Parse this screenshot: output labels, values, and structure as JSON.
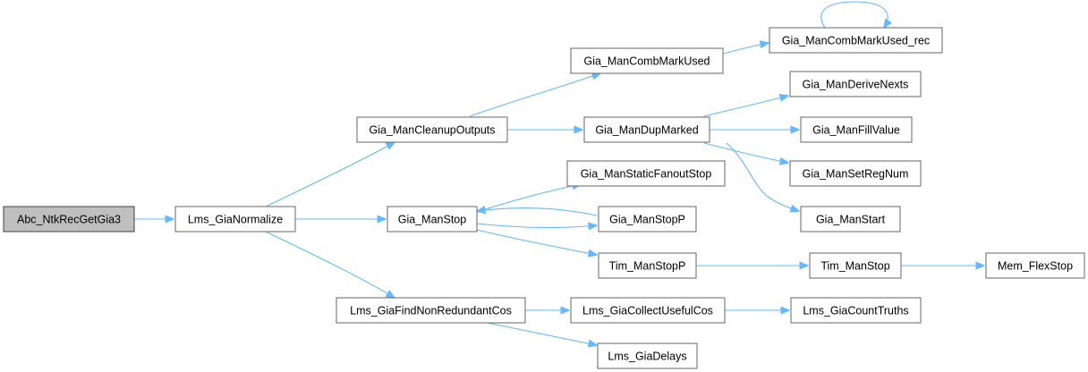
{
  "diagram": {
    "nodes": {
      "abc_ntkrecgetgia3": "Abc_NtkRecGetGia3",
      "lms_gianormalize": "Lms_GiaNormalize",
      "gia_mancleanupoutputs": "Gia_ManCleanupOutputs",
      "gia_manstop": "Gia_ManStop",
      "lms_giafindnonredundantcos": "Lms_GiaFindNonRedundantCos",
      "gia_mancombmarkused": "Gia_ManCombMarkUsed",
      "gia_mandupmarked": "Gia_ManDupMarked",
      "gia_manstaticfanoutstop": "Gia_ManStaticFanoutStop",
      "gia_manstopp": "Gia_ManStopP",
      "tim_manstopp": "Tim_ManStopP",
      "lms_giacollectusefulcos": "Lms_GiaCollectUsefulCos",
      "lms_giadelays": "Lms_GiaDelays",
      "gia_mancombmarkused_rec": "Gia_ManCombMarkUsed_rec",
      "gia_manderivenexts": "Gia_ManDeriveNexts",
      "gia_manfillvalue": "Gia_ManFillValue",
      "gia_mansetregnum": "Gia_ManSetRegNum",
      "gia_manstart": "Gia_ManStart",
      "tim_manstop": "Tim_ManStop",
      "mem_flexstop": "Mem_FlexStop",
      "lms_giacounttruths": "Lms_GiaCountTruths"
    },
    "edges": [
      [
        "abc_ntkrecgetgia3",
        "lms_gianormalize"
      ],
      [
        "lms_gianormalize",
        "gia_mancleanupoutputs"
      ],
      [
        "lms_gianormalize",
        "gia_manstop"
      ],
      [
        "lms_gianormalize",
        "lms_giafindnonredundantcos"
      ],
      [
        "gia_mancleanupoutputs",
        "gia_mancombmarkused"
      ],
      [
        "gia_mancleanupoutputs",
        "gia_mandupmarked"
      ],
      [
        "gia_mancombmarkused",
        "gia_mancombmarkused_rec"
      ],
      [
        "gia_mancombmarkused_rec",
        "gia_mancombmarkused_rec"
      ],
      [
        "gia_mandupmarked",
        "gia_manderivenexts"
      ],
      [
        "gia_mandupmarked",
        "gia_manfillvalue"
      ],
      [
        "gia_mandupmarked",
        "gia_mansetregnum"
      ],
      [
        "gia_mandupmarked",
        "gia_manstart"
      ],
      [
        "gia_manstop",
        "gia_manstaticfanoutstop"
      ],
      [
        "gia_manstop",
        "gia_manstopp"
      ],
      [
        "gia_manstopp",
        "gia_manstop"
      ],
      [
        "gia_manstop",
        "tim_manstopp"
      ],
      [
        "tim_manstopp",
        "tim_manstop"
      ],
      [
        "tim_manstop",
        "mem_flexstop"
      ],
      [
        "lms_giafindnonredundantcos",
        "lms_giacollectusefulcos"
      ],
      [
        "lms_giafindnonredundantcos",
        "lms_giadelays"
      ],
      [
        "lms_giacollectusefulcos",
        "lms_giacounttruths"
      ]
    ]
  }
}
